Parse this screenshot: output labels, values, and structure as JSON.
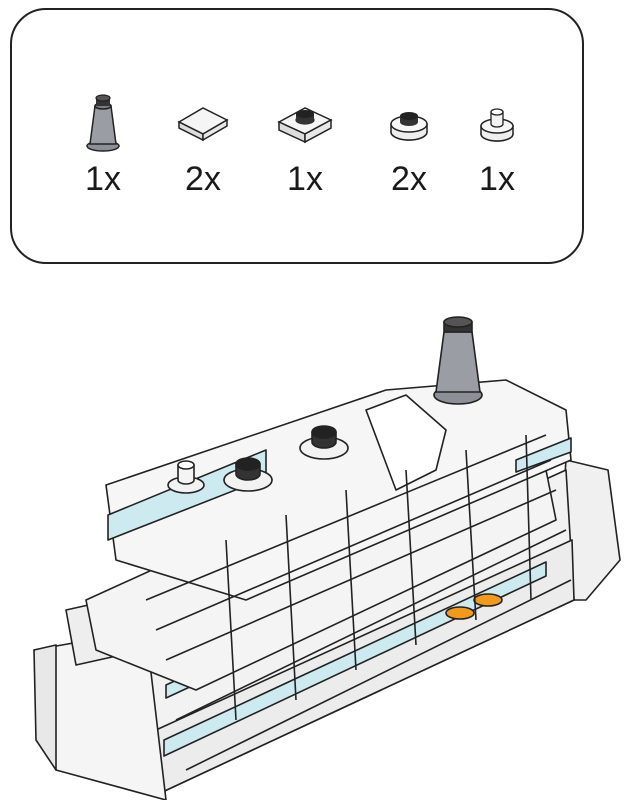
{
  "parts_list": {
    "items": [
      {
        "icon": "cone-piece-icon",
        "quantity": "1x"
      },
      {
        "icon": "flat-tile-icon",
        "quantity": "2x"
      },
      {
        "icon": "stud-plate-icon",
        "quantity": "1x"
      },
      {
        "icon": "round-plate-icon",
        "quantity": "2x"
      },
      {
        "icon": "round-stud-icon",
        "quantity": "1x"
      }
    ]
  },
  "colors": {
    "outline": "#222222",
    "brick": "#f2f2f2",
    "window": "#cdeaf0",
    "cone": "#8c9096",
    "orange": "#f39a1b"
  }
}
